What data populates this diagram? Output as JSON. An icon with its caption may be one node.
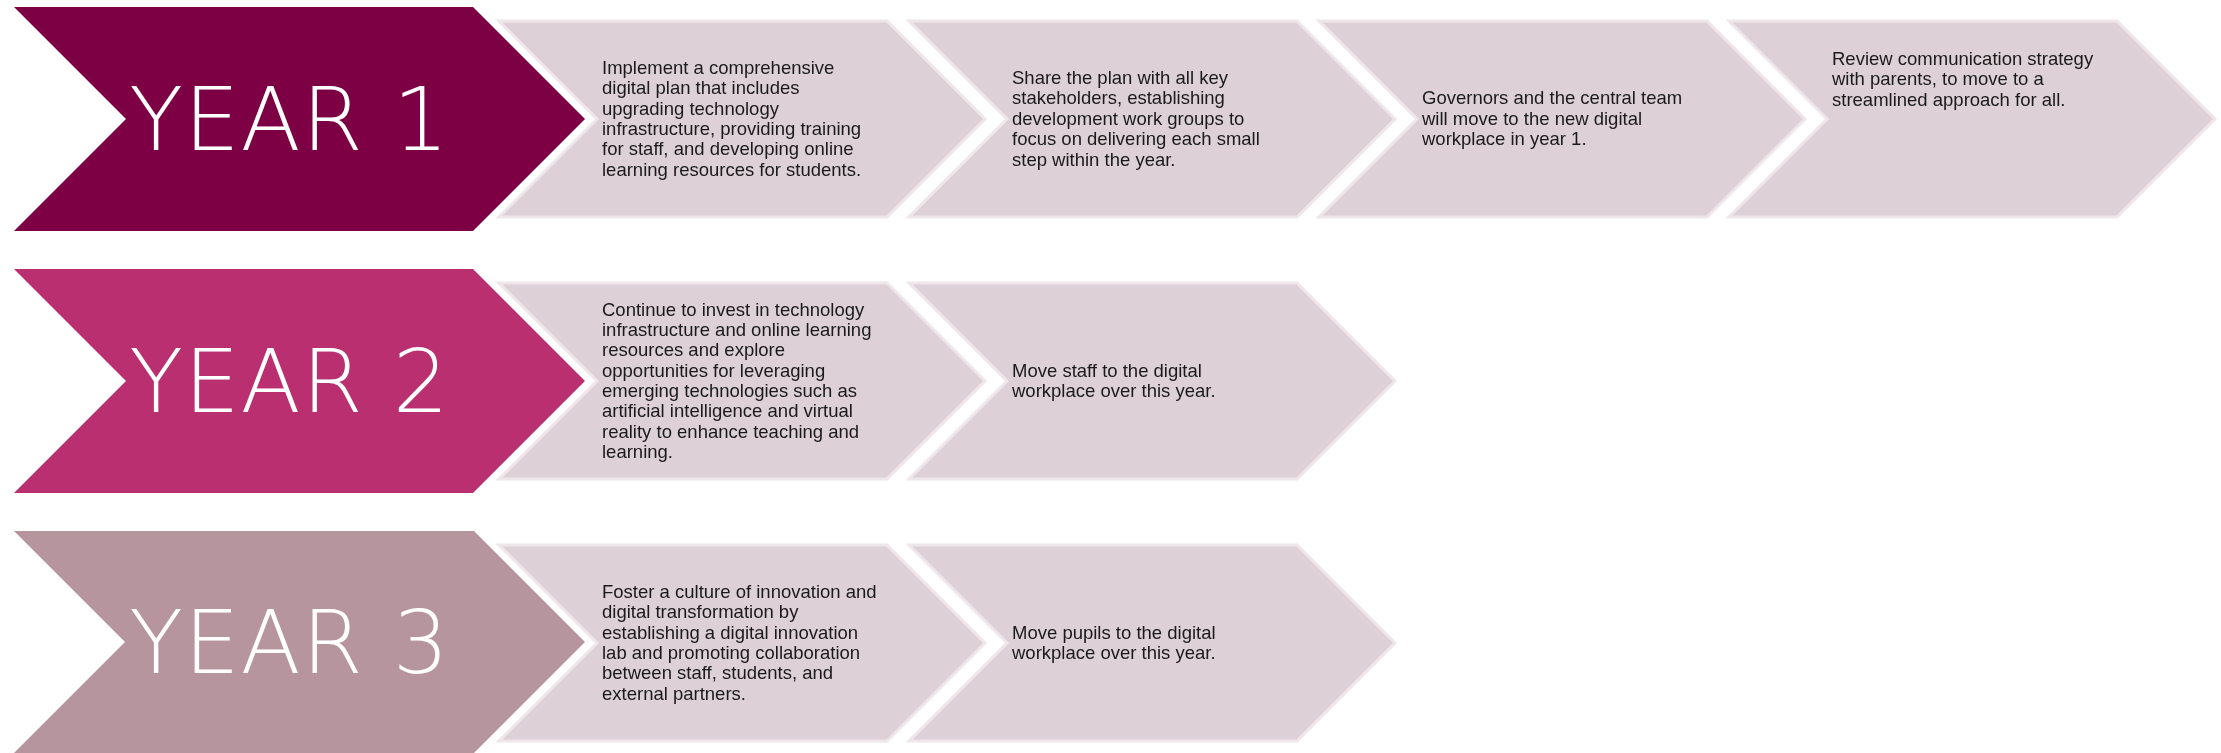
{
  "diagram": {
    "nodes": [
      {
        "text": [
          "YEAR 1"
        ]
      },
      {
        "text": [
          "Implement a comprehensive digital plan that includes upgrading technology infrastructure, providing training for staff, and developing online learning resources for students."
        ]
      },
      {
        "text": [
          "Share the plan with all key stakeholders, establishing development work groups to focus on delivering each small step within the year."
        ]
      },
      {
        "text": [
          "Governors and the central team will move to the new digital workplace in year 1."
        ]
      },
      {
        "text": [
          "Review communication strategy with parents, to move to a streamlined approach for all."
        ]
      },
      {
        "text": [
          "YEAR 2"
        ]
      },
      {
        "text": [
          "Continue to invest in technology infrastructure and online learning resources and explore opportunities for leveraging emerging technologies such as artificial intelligence and virtual reality to enhance teaching and learning."
        ]
      },
      {
        "text": [
          "Move staff to the digital workplace over this year."
        ]
      },
      {
        "text": [
          "YEAR 3"
        ]
      },
      {
        "text": [
          "Foster a culture of innovation and digital transformation by establishing a digital innovation lab and promoting collaboration between staff, students, and external partners."
        ]
      },
      {
        "text": [
          "Move pupils to the digital workplace over this year."
        ]
      }
    ]
  }
}
